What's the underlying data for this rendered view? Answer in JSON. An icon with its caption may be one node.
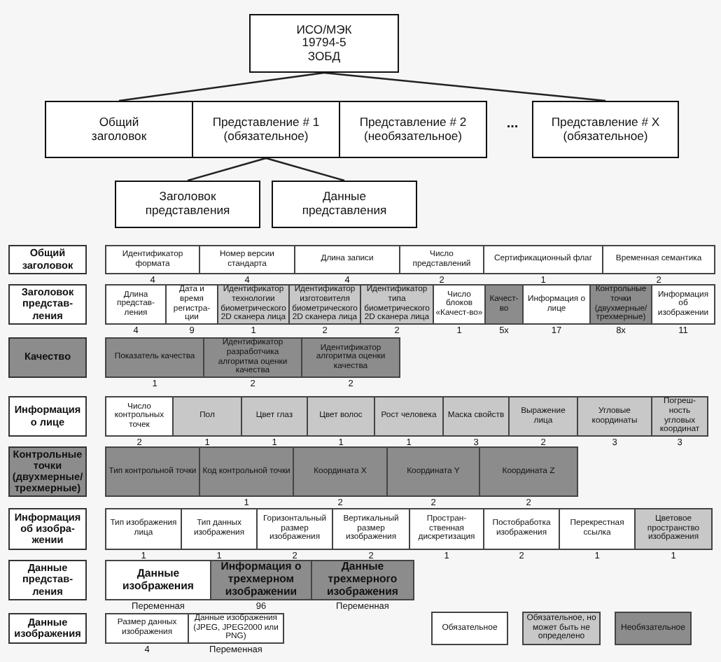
{
  "diagram": {
    "nodes": [
      {
        "text": [
          "ИСО/МЭК 19794-5 ЗОБД"
        ]
      },
      {
        "text": [
          "Общий заголовок"
        ]
      },
      {
        "text": [
          "Представление # 1 (обязательное)"
        ]
      },
      {
        "text": [
          "Представление # 2 (необязательное)"
        ]
      },
      {
        "text": [
          "Представление # X (обязательное)"
        ]
      },
      {
        "text": [
          "Заголовок представления"
        ]
      },
      {
        "text": [
          "Данные представления"
        ]
      },
      {
        "text": [
          "Общий заголовок"
        ]
      },
      {
        "text": [
          "Идентификатор формата"
        ],
        "beside": [
          "4"
        ]
      },
      {
        "text": [
          "Номер версии стандарта"
        ],
        "beside": [
          "4"
        ]
      },
      {
        "text": [
          "Длина записи"
        ],
        "beside": [
          "4"
        ]
      },
      {
        "text": [
          "Число представлений"
        ],
        "beside": [
          "2"
        ]
      },
      {
        "text": [
          "Сертификационный флаг"
        ],
        "beside": [
          "1"
        ]
      },
      {
        "text": [
          "Временная семантика"
        ],
        "beside": [
          "2"
        ]
      },
      {
        "text": [
          "Заголовок представ-ления"
        ]
      },
      {
        "text": [
          "Длина представ-ления"
        ],
        "beside": [
          "4"
        ]
      },
      {
        "text": [
          "Дата и время регистра-ции"
        ],
        "beside": [
          "9"
        ]
      },
      {
        "text": [
          "Идентификатор технологии биометрического 2D сканера лица"
        ],
        "beside": [
          "1"
        ]
      },
      {
        "text": [
          "Идентификатор изготовителя биометрического 2D сканера лица"
        ],
        "beside": [
          "2"
        ]
      },
      {
        "text": [
          "Идентификатор типа биометрического 2D сканера лица"
        ],
        "beside": [
          "2"
        ]
      },
      {
        "text": [
          "Число блоков «Качест-во»"
        ],
        "beside": [
          "1"
        ]
      },
      {
        "text": [
          "Качест-во"
        ],
        "beside": [
          "5x"
        ]
      },
      {
        "text": [
          "Информация о лице"
        ],
        "beside": [
          "17"
        ]
      },
      {
        "text": [
          "Контрольные точки (двухмерные/ трехмерные)"
        ],
        "beside": [
          "8x"
        ]
      },
      {
        "text": [
          "Информация об изображении"
        ],
        "beside": [
          "11"
        ]
      },
      {
        "text": [
          "Качество"
        ]
      },
      {
        "text": [
          "Показатель качества"
        ],
        "beside": [
          "1"
        ]
      },
      {
        "text": [
          "Идентификатор разработчика алгоритма оценки качества"
        ],
        "beside": [
          "2"
        ]
      },
      {
        "text": [
          "Идентификатор алгоритма оценки качества"
        ],
        "beside": [
          "2"
        ]
      },
      {
        "text": [
          "Информация о лице"
        ]
      },
      {
        "text": [
          "Число контрольных точек"
        ],
        "beside": [
          "2"
        ]
      },
      {
        "text": [
          "Пол"
        ],
        "beside": [
          "1"
        ]
      },
      {
        "text": [
          "Цвет глаз"
        ],
        "beside": [
          "1"
        ]
      },
      {
        "text": [
          "Цвет волос"
        ],
        "beside": [
          "1"
        ]
      },
      {
        "text": [
          "Рост человека"
        ],
        "beside": [
          "1"
        ]
      },
      {
        "text": [
          "Маска свойств"
        ],
        "beside": [
          "3"
        ]
      },
      {
        "text": [
          "Выражение лица"
        ],
        "beside": [
          "2"
        ]
      },
      {
        "text": [
          "Угловые координаты"
        ],
        "beside": [
          "3"
        ]
      },
      {
        "text": [
          "Погреш-ность угловых координат"
        ],
        "beside": [
          "3"
        ]
      },
      {
        "text": [
          "Контрольные точки (двухмерные/ трехмерные)"
        ]
      },
      {
        "text": [
          "Тип контрольной точки"
        ]
      },
      {
        "text": [
          "Код контрольной точки"
        ],
        "beside": [
          "1"
        ]
      },
      {
        "text": [
          "Координата X"
        ],
        "beside": [
          "2"
        ]
      },
      {
        "text": [
          "Координата Y"
        ],
        "beside": [
          "2"
        ]
      },
      {
        "text": [
          "Координата Z"
        ],
        "beside": [
          "2"
        ]
      },
      {
        "text": [
          "Информация об изобра-жении"
        ]
      },
      {
        "text": [
          "Тип изображения лица"
        ],
        "beside": [
          "1"
        ]
      },
      {
        "text": [
          "Тип данных изображения"
        ],
        "beside": [
          "1"
        ]
      },
      {
        "text": [
          "Горизонтальный размер изображения"
        ],
        "beside": [
          "2"
        ]
      },
      {
        "text": [
          "Вертикальный размер изображения"
        ],
        "beside": [
          "2"
        ]
      },
      {
        "text": [
          "Простран-ственная дискретизация"
        ],
        "beside": [
          "1"
        ]
      },
      {
        "text": [
          "Постобработка изображения"
        ],
        "beside": [
          "2"
        ]
      },
      {
        "text": [
          "Перекрестная ссылка"
        ],
        "beside": [
          "1"
        ]
      },
      {
        "text": [
          "Цветовое пространство изображения"
        ],
        "beside": [
          "1"
        ]
      },
      {
        "text": [
          "Данные представ-ления"
        ]
      },
      {
        "text": [
          "Данные изображения"
        ],
        "beside": [
          "Переменная"
        ]
      },
      {
        "text": [
          "Информация о трехмерном изображении"
        ],
        "beside": [
          "96"
        ]
      },
      {
        "text": [
          "Данные трехмерного изображения"
        ],
        "beside": [
          "Переменная"
        ]
      },
      {
        "text": [
          "Данные изображения"
        ]
      },
      {
        "text": [
          "Размер данных изображения"
        ],
        "beside": [
          "4"
        ]
      },
      {
        "text": [
          "Данные изображения (JPEG, JPEG2000 или PNG)"
        ],
        "beside": [
          "Переменная"
        ]
      }
    ],
    "edges": [
      {
        "from": 0,
        "to": 1,
        "arrow": "none"
      },
      {
        "from": 0,
        "to": 4,
        "arrow": "none"
      },
      {
        "from": 2,
        "to": 5,
        "arrow": "none"
      },
      {
        "from": 2,
        "to": 6,
        "arrow": "none"
      }
    ],
    "labels": [
      "..."
    ],
    "legend": [
      {
        "text": "Обязательное",
        "color": "#ffffff"
      },
      {
        "text": "Обязательное, но может быть не определено",
        "color": "#c8c8c8"
      },
      {
        "text": "Необязательное",
        "color": "#8c8c8c"
      }
    ]
  }
}
